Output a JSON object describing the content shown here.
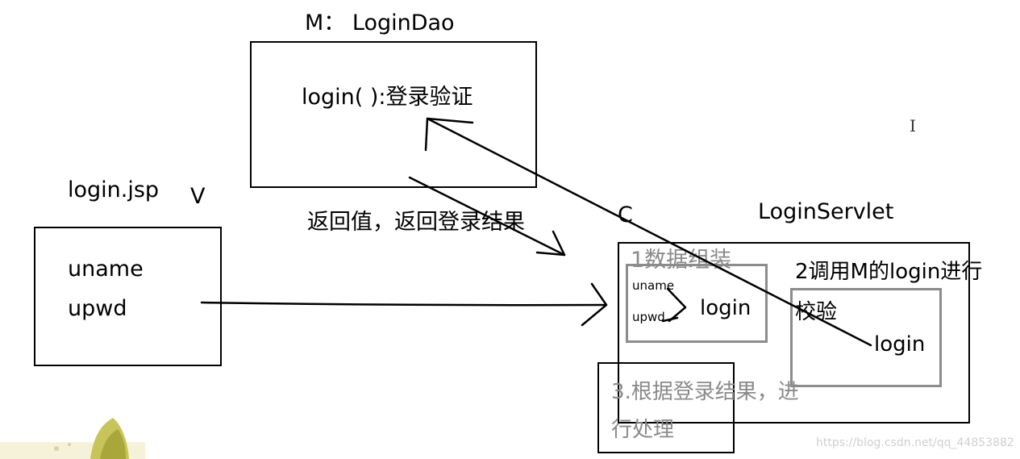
{
  "model": {
    "heading": "M： LoginDao",
    "method": "login(    ):登录验证"
  },
  "view": {
    "file": "login.jsp",
    "letter": "V",
    "fields": [
      "uname",
      "upwd"
    ]
  },
  "controller": {
    "letter": "C",
    "servlet": "LoginServlet",
    "step1": "1数据组装",
    "step1_fields": [
      "uname",
      "upwd"
    ],
    "step1_call": "login",
    "step2_line1": "2调用M的login进行",
    "step2_line2": "校验",
    "step2_call": "login",
    "step3_line1": "3.根据登录结果，进",
    "step3_line2": "行处理"
  },
  "return_label": "返回值，返回登录结果",
  "watermark": "https://blog.csdn.net/qq_44853882",
  "cursor_glyph": "I"
}
